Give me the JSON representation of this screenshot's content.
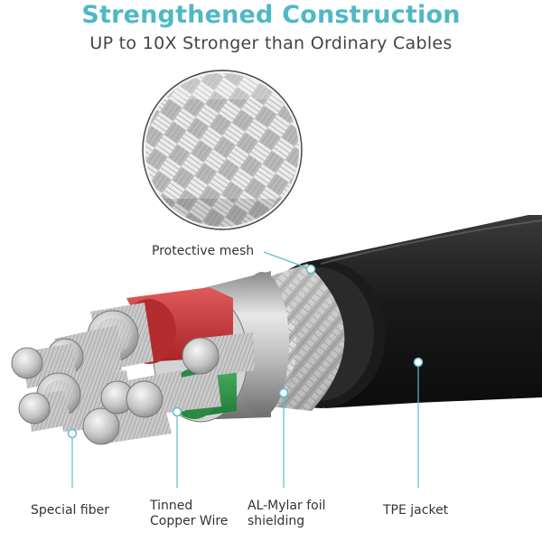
{
  "header": {
    "title": "Strengthened Construction",
    "subtitle": "UP to 10X Stronger than Ordinary Cables"
  },
  "labels": {
    "protective_mesh": "Protective mesh",
    "special_fiber": "Special fiber",
    "tinned_copper_line1": "Tinned",
    "tinned_copper_line2": "Copper Wire",
    "al_mylar_line1": "AL-Mylar foil",
    "al_mylar_line2": "shielding",
    "tpe_jacket": "TPE jacket"
  },
  "colors": {
    "title": "#4fb8c5",
    "leader": "#5fbfcb",
    "jacket": "#1e1e1e",
    "red_wire": "#c8363a",
    "green_wire": "#2f9a4a"
  }
}
